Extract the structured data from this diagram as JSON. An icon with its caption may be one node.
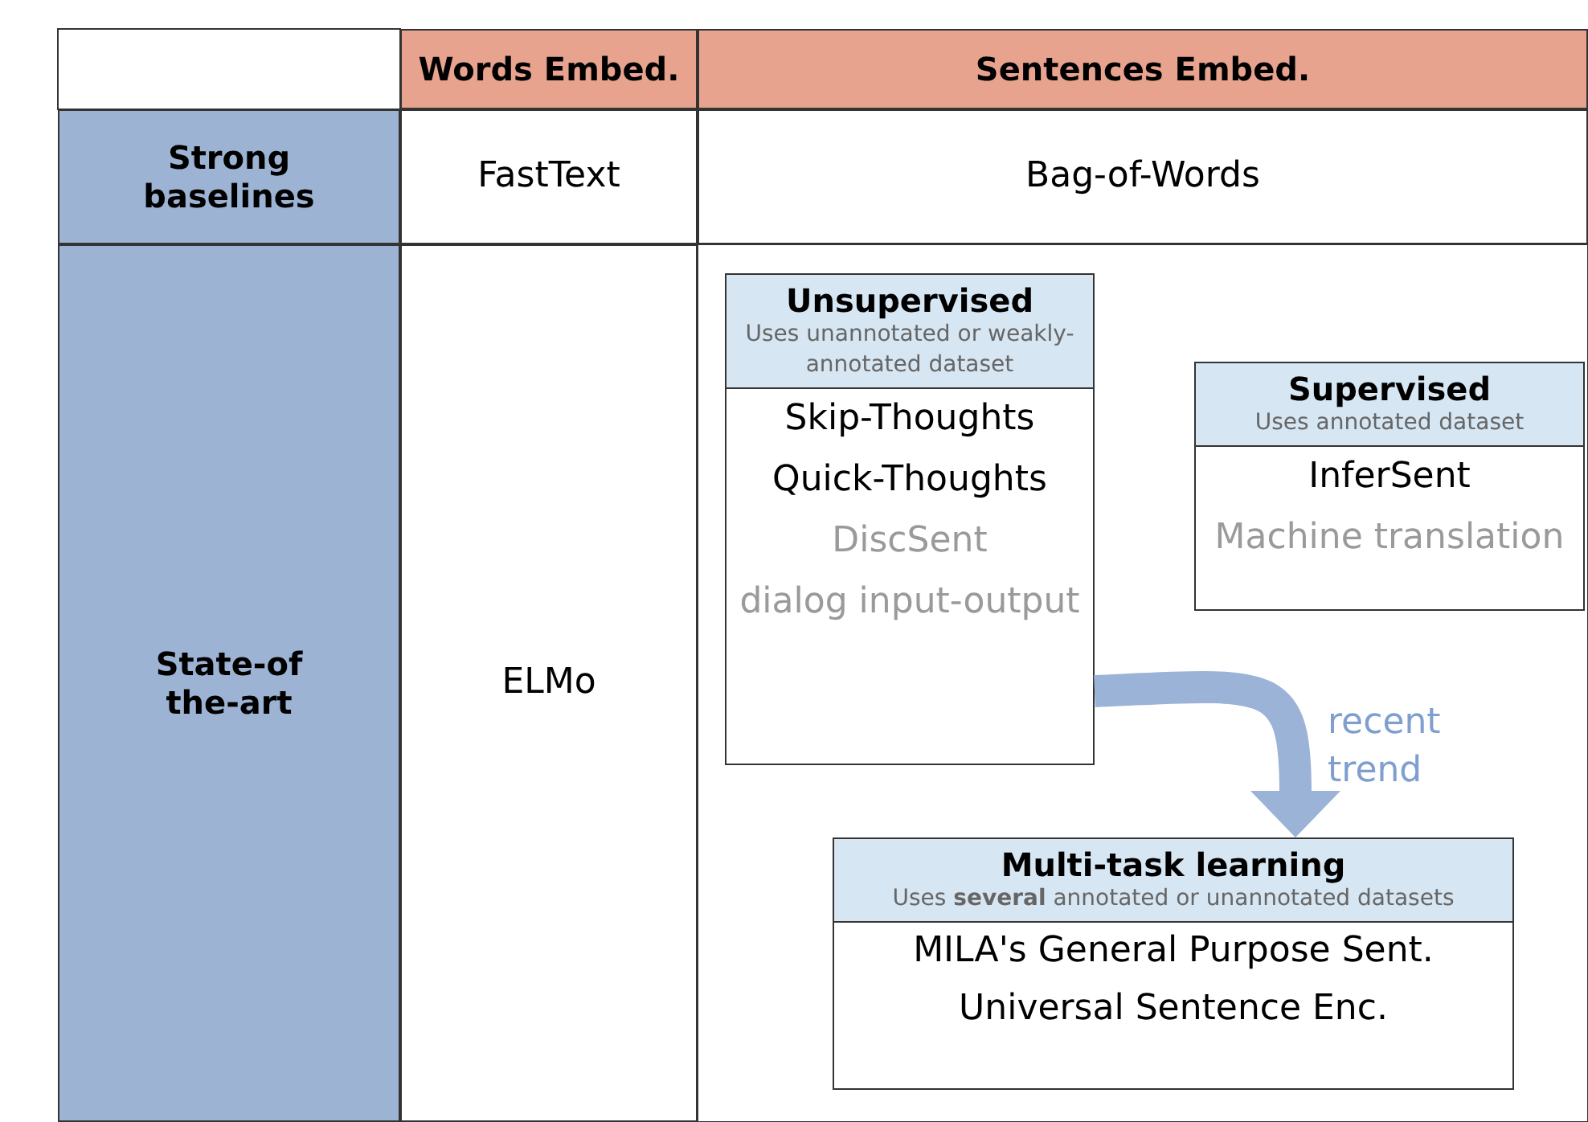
{
  "diagram": {
    "nodes": [
      {
        "text": [
          "Words Embed."
        ]
      },
      {
        "text": [
          "Sentences Embed."
        ]
      },
      {
        "text": [
          "Strong baselines"
        ]
      },
      {
        "text": [
          "FastText"
        ]
      },
      {
        "text": [
          "Bag-of-Words"
        ]
      },
      {
        "text": [
          "State-of the-art"
        ]
      },
      {
        "text": [
          "ELMo"
        ]
      },
      {
        "text": [
          "Unsupervised",
          "Uses unannotated or weakly-annotated dataset",
          "Skip-Thoughts",
          "Quick-Thoughts",
          "DiscSent",
          "dialog input-output"
        ]
      },
      {
        "text": [
          "Supervised",
          "Uses annotated dataset",
          "InferSent",
          "Machine translation"
        ]
      },
      {
        "text": [
          "Multi-task learning",
          "Uses **several** annotated or unannotated datasets",
          "MILA's General Purpose Sent.",
          "Universal Sentence Enc."
        ]
      }
    ],
    "edges": [
      {
        "from": 7,
        "to": 9,
        "arrow": "to",
        "label": "recent trend"
      }
    ]
  }
}
